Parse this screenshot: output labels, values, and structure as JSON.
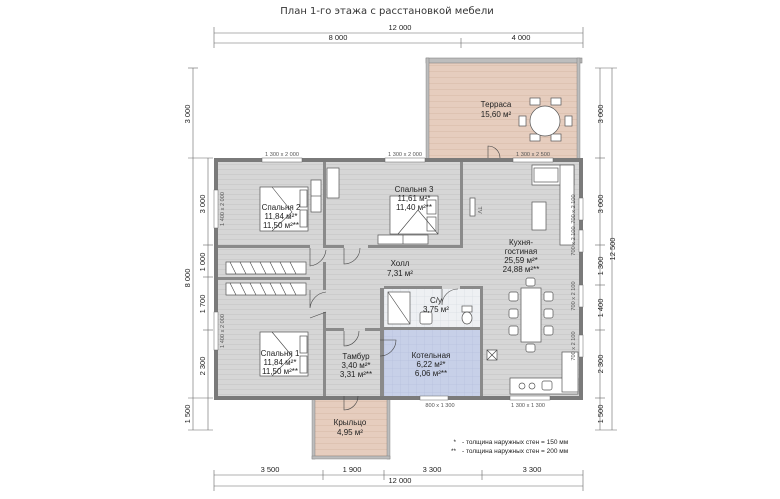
{
  "title": "План 1-го этажа с расстановкой мебели",
  "dims": {
    "top_total": "12 000",
    "top_left": "8 000",
    "top_right": "4 000",
    "bottom_total": "12 000",
    "bottom_1": "3 500",
    "bottom_2": "1 900",
    "bottom_3": "3 300",
    "bottom_4": "3 300",
    "left_outer_1": "3 000",
    "left_outer_2": "8 000",
    "left_outer_3": "1 500",
    "left_inner_1": "3 000",
    "left_inner_2": "1 000",
    "left_inner_3": "1 700",
    "left_inner_4": "2 300",
    "right_inner_1": "3 000",
    "right_inner_2": "3 000",
    "right_inner_3": "1 300",
    "right_inner_4": "1 400",
    "right_inner_5": "2 300",
    "right_inner_6": "1 500",
    "right_outer": "12 500"
  },
  "windows": {
    "w_top_1": "1 300 х 2 000",
    "w_top_2": "1 300 х 2 000",
    "w_top_3": "1 300 х 2 500",
    "w_left_1": "1 400 х 2 000",
    "w_left_2": "1 400 х 2 000",
    "w_right_1": "700 х 2 100",
    "w_right_2": "700 х 2 100",
    "w_right_3": "700 х 2 100",
    "w_right_4": "700 х 2 100",
    "w_bottom_1": "800 х 1 300",
    "w_bottom_2": "1 300 х 1 300"
  },
  "rooms": {
    "terrace": {
      "name": "Терраса",
      "area": "15,60 м²"
    },
    "bedroom2": {
      "name": "Спальня 2",
      "area1": "11,84 м²*",
      "area2": "11,50 м²**"
    },
    "bedroom3": {
      "name": "Спальня 3",
      "area1": "11,61 м²*",
      "area2": "11,40 м²**"
    },
    "kitchen": {
      "name1": "Кухня-",
      "name2": "гостиная",
      "area1": "25,59 м²*",
      "area2": "24,88 м²**"
    },
    "hall": {
      "name": "Холл",
      "area": "7,31 м²"
    },
    "bathroom": {
      "name": "С/у",
      "area": "3,75 м²"
    },
    "bedroom1": {
      "name": "Спальня 1",
      "area1": "11,84 м²*",
      "area2": "11,50 м²**"
    },
    "vestibule": {
      "name": "Тамбур",
      "area1": "3,40 м²*",
      "area2": "3,31 м²**"
    },
    "boiler": {
      "name": "Котельная",
      "area1": "6,22 м²*",
      "area2": "6,06 м²**"
    },
    "porch": {
      "name": "Крыльцо",
      "area": "4,95 м²"
    }
  },
  "notes": {
    "note1_mark": "*",
    "note1_text": "- толщина наружных стен = 150 мм",
    "note2_mark": "**",
    "note2_text": "- толщина наружных стен = 200 мм"
  },
  "tv_label": "ТV"
}
